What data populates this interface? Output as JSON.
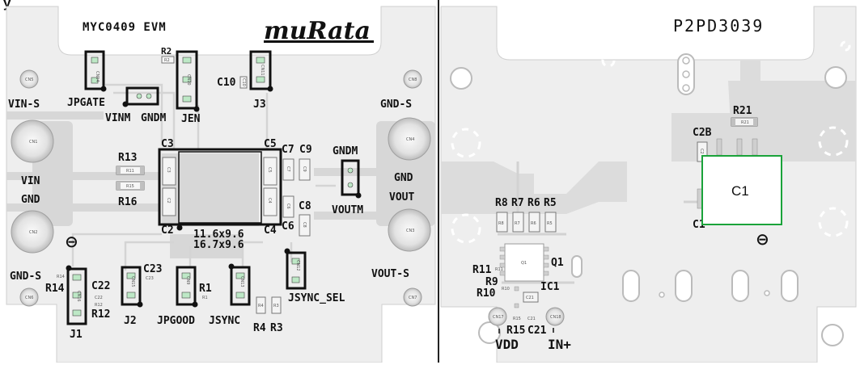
{
  "colors": {
    "board": "#eeeeee",
    "trace": "#d6d6d6",
    "accent": "#1aa33a",
    "silk": "#111111"
  },
  "header_fragment": "y",
  "left_board": {
    "title": "MYC0409 EVM",
    "logo": "muRata",
    "connectors": {
      "vin_s": "VIN-S",
      "vin": "VIN",
      "gnd_left": "GND",
      "gnd_s_left": "GND-S",
      "gnd_s_right": "GND-S",
      "gnd_right": "GND",
      "vout": "VOUT",
      "vout_s": "VOUT-S"
    },
    "headers": {
      "jpgate": "JPGATE",
      "jen": "JEN",
      "j3": "J3",
      "vinm": "VINM",
      "gndm_top": "GNDM",
      "gndm_right": "GNDM",
      "voutm": "VOUTM",
      "jsync_sel": "JSYNC_SEL",
      "j1": "J1",
      "j2": "J2",
      "jpgood": "JPGOOD",
      "jsync": "JSYNC"
    },
    "refs": {
      "r2": "R2",
      "c10": "C10",
      "r13": "R13",
      "r16": "R16",
      "c3": "C3",
      "c2": "C2",
      "c5": "C5",
      "c4": "C4",
      "c7": "C7",
      "c9": "C9",
      "c6": "C6",
      "c8": "C8",
      "c23": "C23",
      "r14": "R14",
      "c22": "C22",
      "r12": "R12",
      "r1": "R1",
      "r4": "R4",
      "r3": "R3"
    },
    "module_dims": {
      "line1": "11.6x9.6",
      "line2": "16.7x9.6"
    },
    "pads": {
      "cn5": "CN5",
      "cn1": "CN1",
      "cn2": "CN2",
      "cn6": "CN6",
      "cn8": "CN8",
      "cn4": "CN4",
      "cn3": "CN3",
      "cn7": "CN7",
      "cn14": "CN14",
      "cn10": "CN10",
      "cn11": "CN11",
      "cn9": "CN9",
      "cn13": "CN13",
      "cn12": "CN12",
      "cn15": "CN15",
      "cn16": "CN16",
      "r11": "R11",
      "r15": "R15",
      "c3": "C3",
      "c2": "C2",
      "c5": "C5",
      "c4": "C4",
      "c7": "C7",
      "c9": "C9",
      "c6": "C6",
      "c8": "C8",
      "c10": "C10",
      "r2": "R2",
      "c23": "C23",
      "r14": "R14",
      "c22": "C22",
      "r12": "R12",
      "r1": "R1",
      "r4": "R4",
      "r3": "R3"
    },
    "mount_symbol": "⊖"
  },
  "right_board": {
    "title": "P2PD3039",
    "refs": {
      "r21": "R21",
      "c2b": "C2B",
      "c1_partial": "C1",
      "r8": "R8",
      "r7": "R7",
      "r6": "R6",
      "r5": "R5",
      "q1": "Q1",
      "r11": "R11",
      "r9": "R9",
      "r10": "R10",
      "ic1": "IC1",
      "r15": "R15",
      "c21": "C21",
      "vdd": "VDD",
      "in_plus": "IN+"
    },
    "pads": {
      "r21": "R21",
      "c2b": "C2",
      "r8": "R8",
      "r7": "R7",
      "r6": "R6",
      "r5": "R5",
      "q1": "Q1",
      "r11": "R11",
      "r10": "R10",
      "c21": "C21",
      "r15": "R15",
      "c21b": "C21",
      "cn17": "CN17",
      "cn18": "CN18"
    },
    "mount_symbol": "⊖",
    "callout_label": "C1"
  }
}
